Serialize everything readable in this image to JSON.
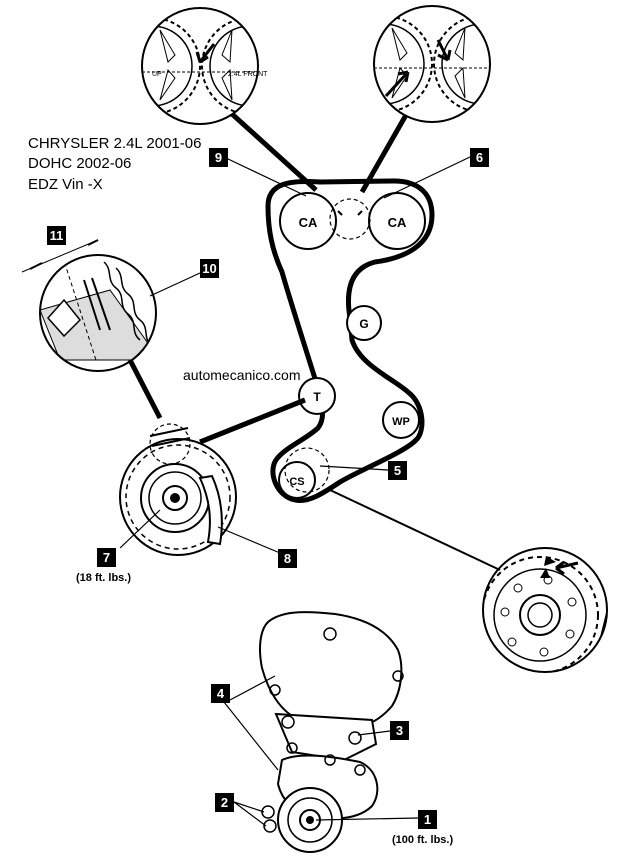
{
  "title": {
    "line1": "CHRYSLER 2.4L 2001-06",
    "line2": "DOHC 2002-06",
    "line3": "EDZ Vin -X"
  },
  "watermark": "automecanico.com",
  "pulleys": {
    "camshaft_left": "CA",
    "camshaft_right": "CA",
    "idler": "G",
    "tensioner": "T",
    "water_pump": "WP",
    "crankshaft": "CS"
  },
  "callouts": {
    "c1": "1",
    "c2": "2",
    "c3": "3",
    "c4": "4",
    "c5": "5",
    "c6": "6",
    "c7": "7",
    "c8": "8",
    "c9": "9",
    "c10": "10",
    "c11": "11"
  },
  "torque": {
    "tensioner_bolt": "(18 ft. lbs.)",
    "crank_bolt": "(100 ft. lbs.)"
  },
  "detail_labels": {
    "up": "UP",
    "front": "2.4L FRONT"
  },
  "colors": {
    "line": "#000000",
    "background": "#ffffff",
    "callout_bg": "#000000",
    "callout_text": "#ffffff"
  }
}
